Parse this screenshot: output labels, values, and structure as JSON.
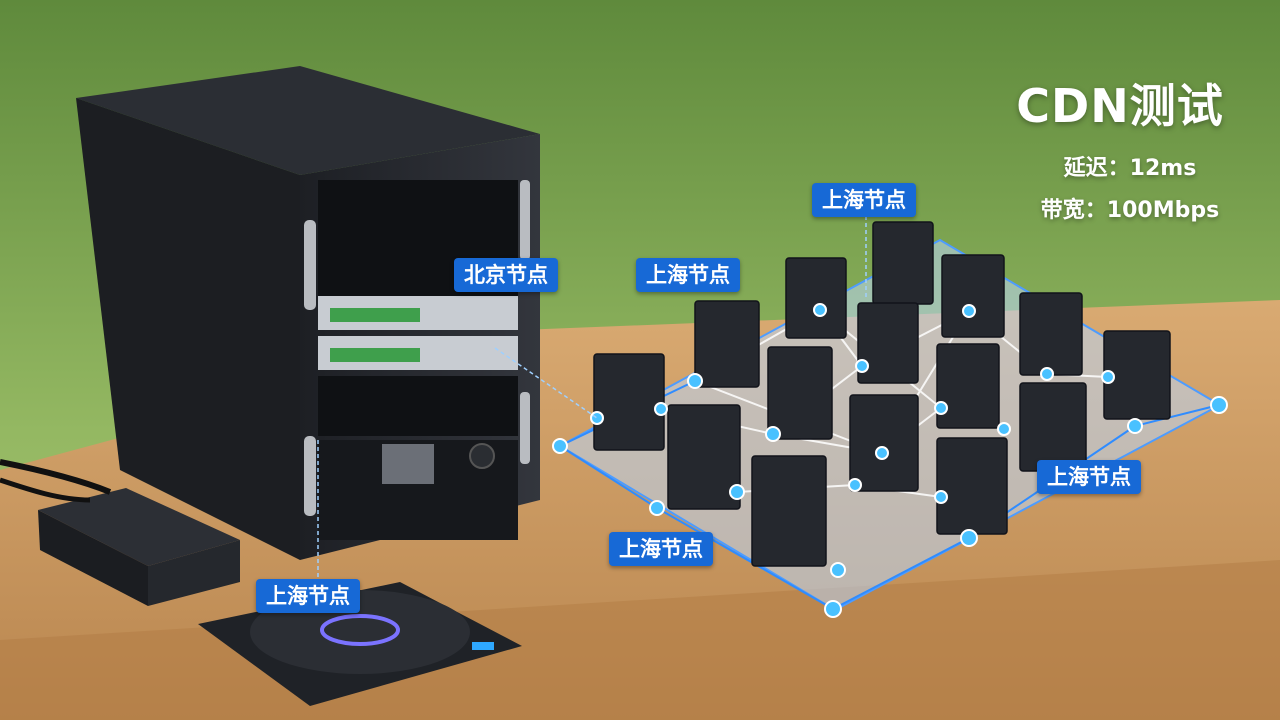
{
  "overlay": {
    "title": "CDN测试",
    "latency": "延迟：12ms",
    "bandwidth": "带宽：100Mbps"
  },
  "node_labels": [
    {
      "text": "北京节点"
    },
    {
      "text": "上海节点"
    },
    {
      "text": "上海节点"
    },
    {
      "text": "上海节点"
    },
    {
      "text": "上海节点"
    },
    {
      "text": "上海节点"
    }
  ],
  "colors": {
    "label_bg": "#1769d6",
    "node_blue": "#2ea8ff",
    "grass": "#8bb25a",
    "table": "#c99a62"
  }
}
